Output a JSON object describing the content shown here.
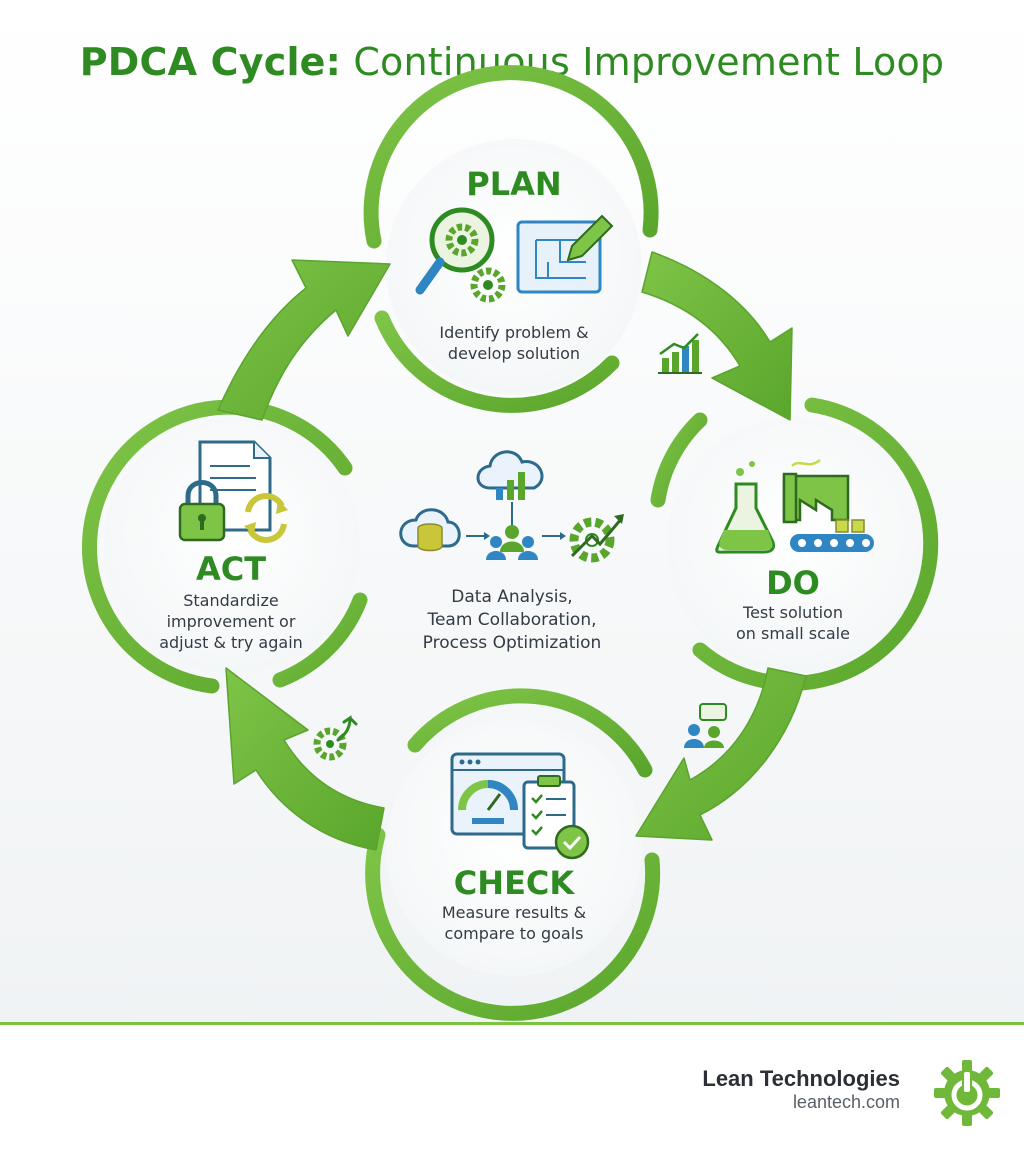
{
  "title": {
    "bold": "PDCA Cycle:",
    "rest": "Continuous Improvement Loop"
  },
  "stages": {
    "plan": {
      "label": "PLAN",
      "line1": "Identify problem &",
      "line2": "develop solution"
    },
    "do": {
      "label": "DO",
      "line1": "Test solution",
      "line2": "on small scale"
    },
    "check": {
      "label": "CHECK",
      "line1": "Measure results &",
      "line2": "compare to goals"
    },
    "act": {
      "label": "ACT",
      "line1": "Standardize",
      "line2": "improvement or",
      "line3": "adjust & try again"
    }
  },
  "center": {
    "line1": "Data Analysis,",
    "line2": "Team Collaboration,",
    "line3": "Process Optimization"
  },
  "brand": {
    "name": "Lean Technologies",
    "url": "leantech.com"
  },
  "colors": {
    "green": "#2e8b22",
    "ring": "#6fb83a",
    "blue": "#2f86c2",
    "text": "#333c44"
  },
  "icons": [
    "magnifier-gear-icon",
    "blueprint-pencil-icon",
    "flask-icon",
    "factory-icon",
    "dashboard-icon",
    "checklist-icon",
    "document-icon",
    "padlock-icon",
    "cycle-arrows-icon",
    "cloud-chart-icon",
    "cloud-database-icon",
    "team-icon",
    "gear-arrow-icon",
    "growth-chart-icon",
    "chat-people-icon",
    "gear-up-arrow-icon",
    "power-gear-logo-icon"
  ]
}
